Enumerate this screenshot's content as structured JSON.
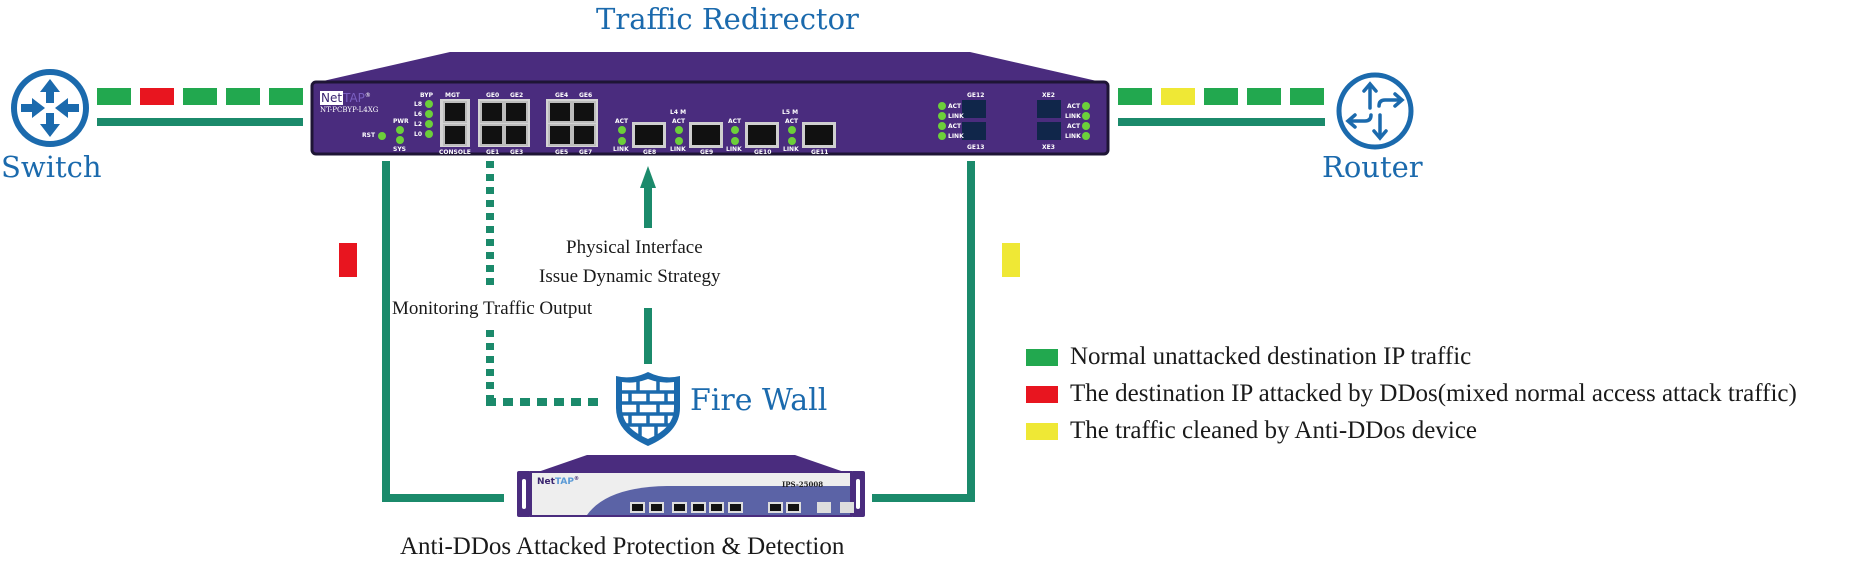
{
  "title": "Traffic Redirector",
  "nodes": {
    "switch": {
      "label": "Switch",
      "icon": "switch-icon"
    },
    "router": {
      "label": "Router",
      "icon": "router-icon"
    },
    "firewall": {
      "label": "Fire Wall",
      "icon": "firewall-shield-icon"
    },
    "anti_ddos": {
      "label": "Anti-DDos Attacked Protection & Detection"
    }
  },
  "traffic_redirector_device": {
    "brand_net": "Net",
    "brand_tap": "TAP",
    "reg": "®",
    "model": "NT-PCBYP-L4XG",
    "labels": {
      "byp": "BYP",
      "pwr": "PWR",
      "sys": "SYS",
      "rst": "RST",
      "l8": "L8",
      "l6": "L6",
      "l2": "L2",
      "l0": "L0",
      "mgt": "MGT",
      "console": "CONSOLE",
      "ge0": "GE0",
      "ge2": "GE2",
      "ge1": "GE1",
      "ge3": "GE3",
      "ge4": "GE4",
      "ge6": "GE6",
      "ge5": "GE5",
      "ge7": "GE7",
      "ge8": "GE8",
      "ge9": "GE9",
      "ge10": "GE10",
      "ge11": "GE11",
      "ge12": "GE12",
      "ge13": "GE13",
      "xe2": "XE2",
      "xe3": "XE3",
      "act": "ACT",
      "link": "LINK",
      "l4m": "L4  M",
      "l5m": "L5  M"
    }
  },
  "anti_ddos_device": {
    "brand_net": "Net",
    "brand_tap": "TAP",
    "reg": "®",
    "model": "IPS-25008"
  },
  "annotations": {
    "physical_interface": "Physical Interface",
    "issue_dynamic_strategy": "Issue Dynamic Strategy",
    "monitoring_traffic_output": "Monitoring Traffic Output"
  },
  "flows": {
    "switch_side": [
      "normal",
      "attacked",
      "normal",
      "normal",
      "normal"
    ],
    "router_side": [
      "normal",
      "cleaned",
      "normal",
      "normal",
      "normal"
    ],
    "left_vertical": "attacked",
    "right_vertical": "cleaned"
  },
  "legend": [
    {
      "key": "normal",
      "label": "Normal unattacked destination IP traffic",
      "color": "#22a84f"
    },
    {
      "key": "attacked",
      "label": "The destination IP attacked by DDos(mixed normal access attack traffic)",
      "color": "#e8151f"
    },
    {
      "key": "cleaned",
      "label": "The traffic cleaned by Anti-DDos device",
      "color": "#efe835"
    }
  ],
  "colors": {
    "title_blue": "#1b6aad",
    "link_teal": "#1b8a6b",
    "device_purple": "#4a2c7e"
  }
}
